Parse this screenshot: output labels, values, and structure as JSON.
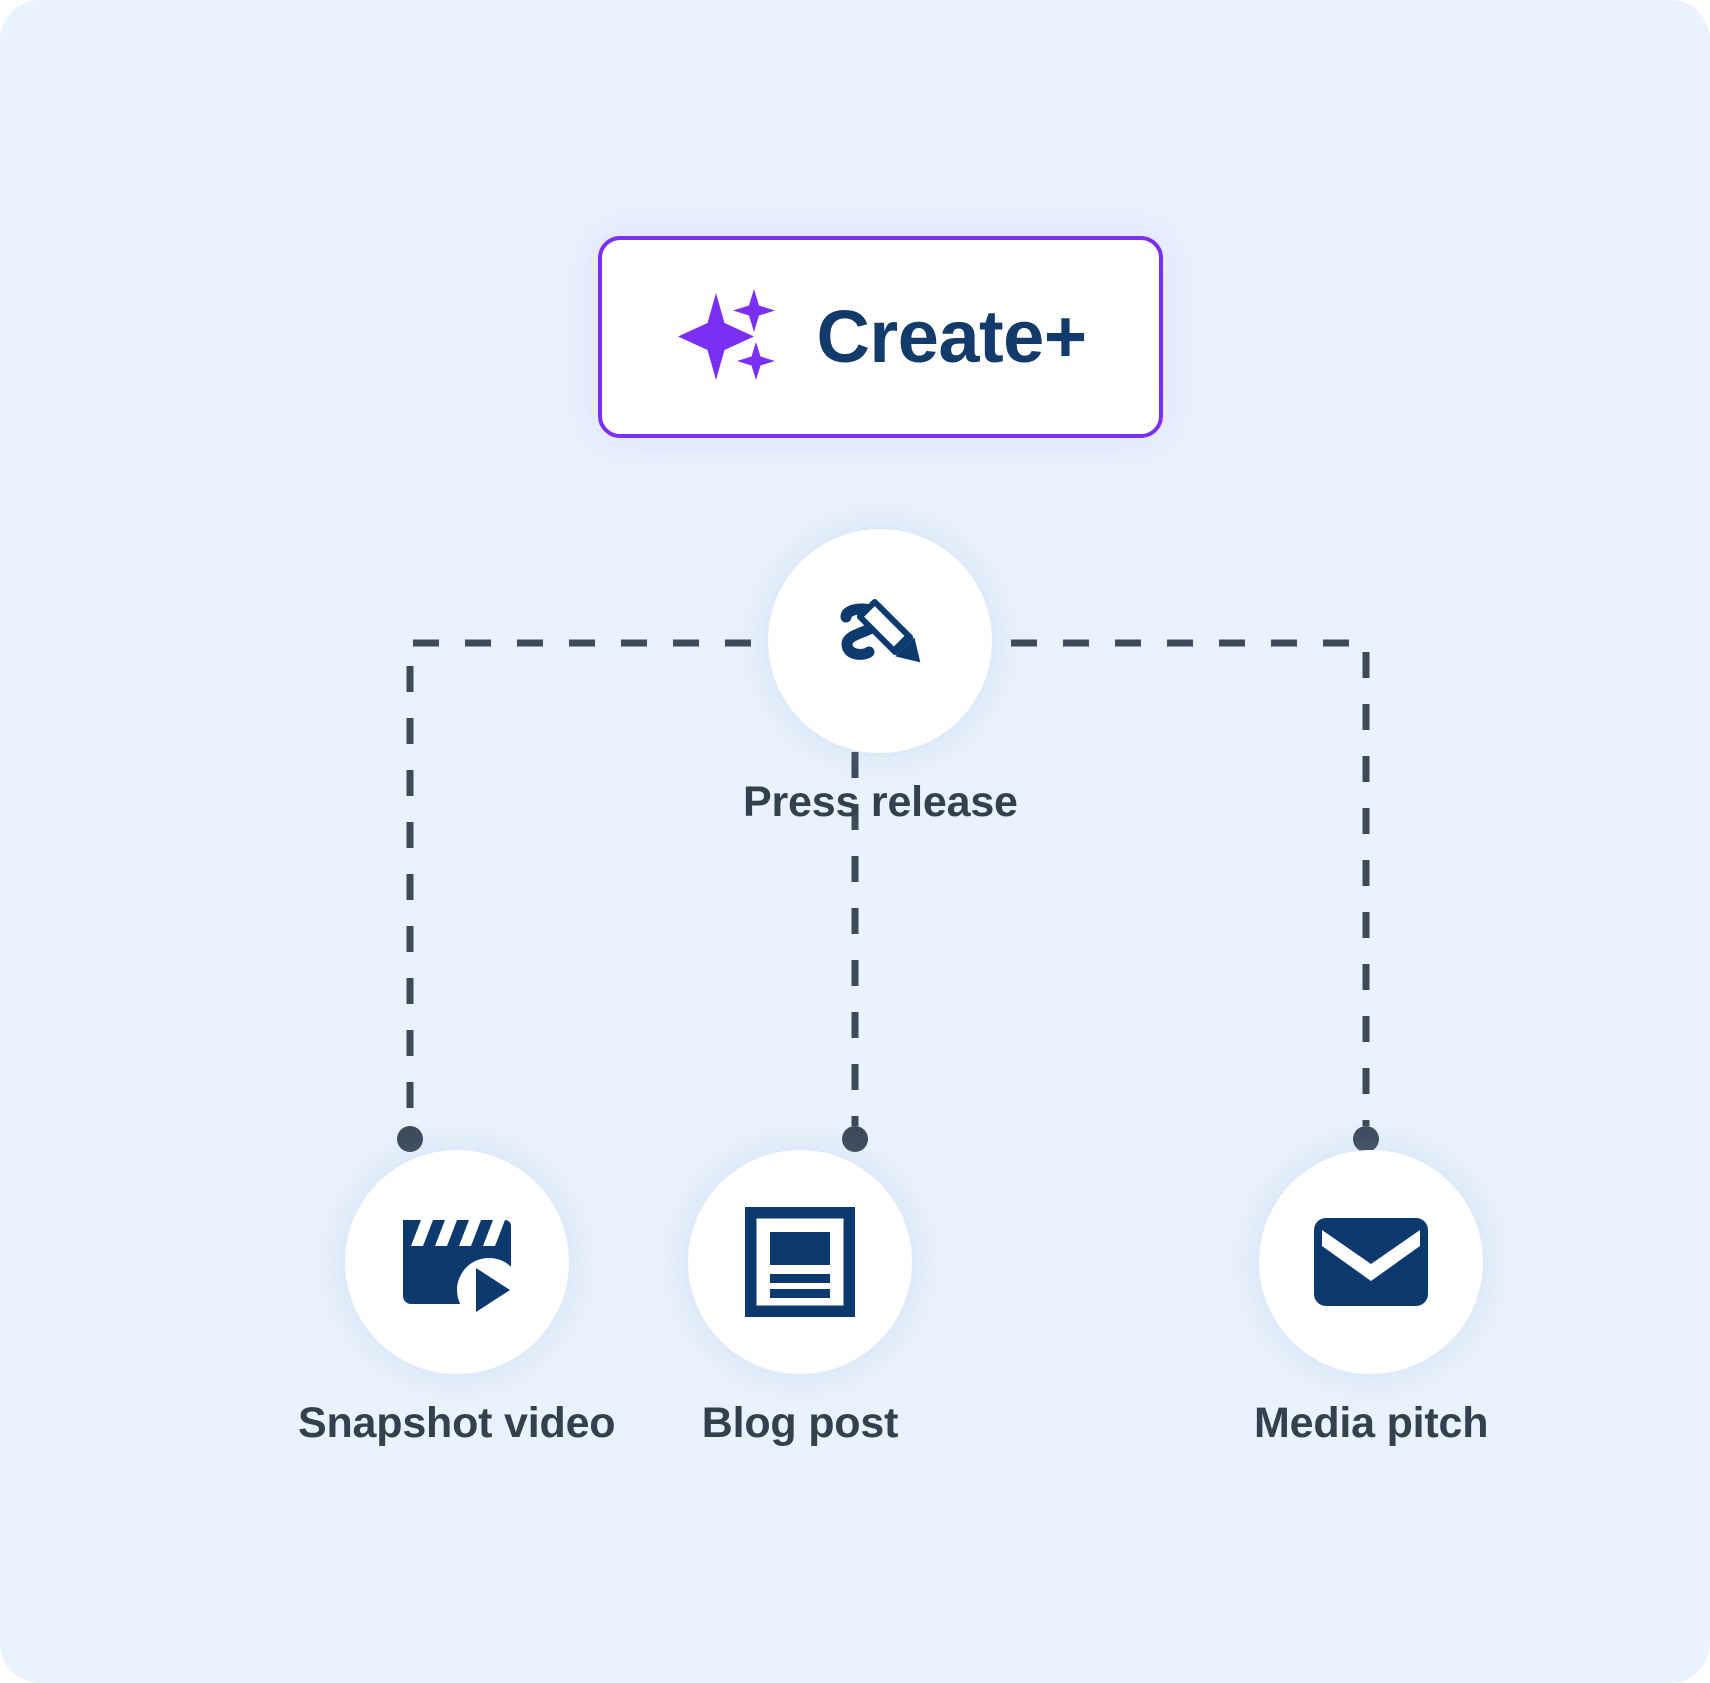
{
  "theme": {
    "background": "#eaf2fd",
    "card_border": "#7b2ff2",
    "card_background": "#ffffff",
    "brand_text": "#123a6b",
    "label_text": "#33414f",
    "icon_fill": "#0d3a6e",
    "connector": "#3c4a5a",
    "circle_fill": "#ffffff"
  },
  "source": {
    "label": "Create+",
    "icon": "sparkles-icon"
  },
  "parent_node": {
    "id": "press-release",
    "label": "Press release",
    "icon": "pencil-write-icon"
  },
  "child_nodes": [
    {
      "id": "snapshot-video",
      "label": "Snapshot video",
      "icon": "clapperboard-play-icon"
    },
    {
      "id": "blog-post",
      "label": "Blog post",
      "icon": "article-icon"
    },
    {
      "id": "media-pitch",
      "label": "Media pitch",
      "icon": "envelope-icon"
    }
  ],
  "connectors": {
    "style": "dashed",
    "endpoint_marker": "dot",
    "from": "press-release",
    "to": [
      "snapshot-video",
      "blog-post",
      "media-pitch"
    ]
  }
}
